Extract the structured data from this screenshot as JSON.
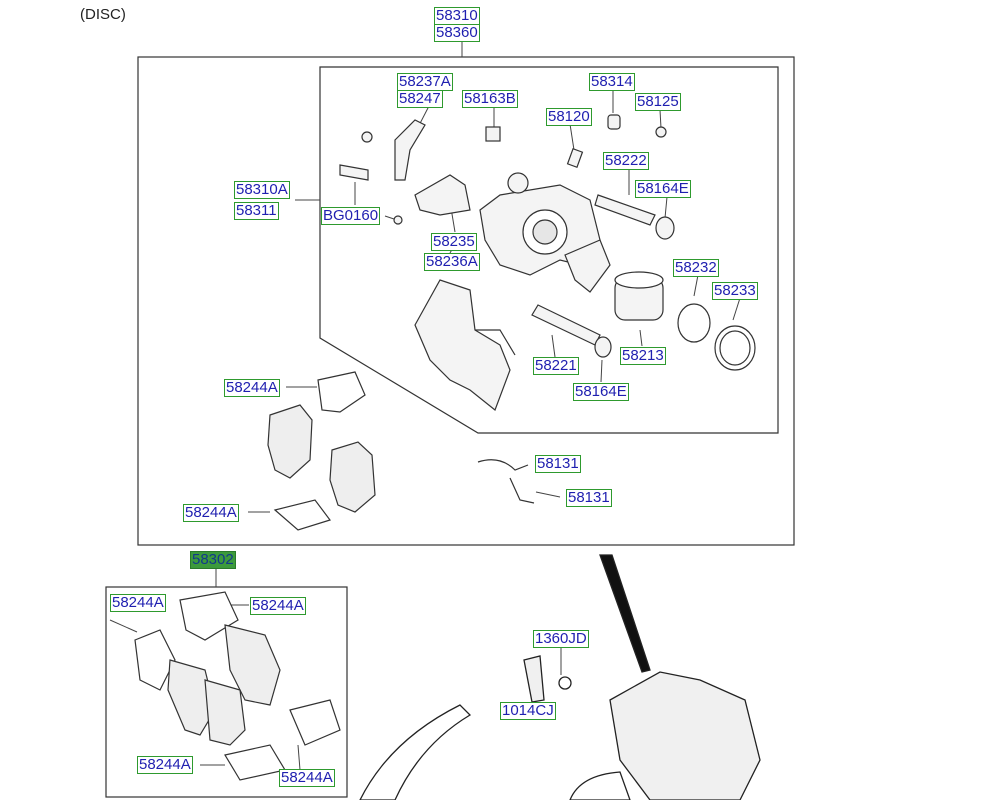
{
  "caption": "(DISC)",
  "colors": {
    "label_border": "#2e9a2e",
    "label_text": "#1f1fb0",
    "selected_fill": "#3c9a3c",
    "line": "#333333"
  },
  "labels": {
    "p58310": "58310",
    "p58360": "58360",
    "p58237a": "58237A",
    "p58247": "58247",
    "p58163b": "58163B",
    "p58120": "58120",
    "p58314": "58314",
    "p58125": "58125",
    "p58222": "58222",
    "p58164e_top": "58164E",
    "p58310a": "58310A",
    "p58311": "58311",
    "bg0160": "BG0160",
    "p58235": "58235",
    "p58236a": "58236A",
    "p58232": "58232",
    "p58233": "58233",
    "p58221": "58221",
    "p58213": "58213",
    "p58164e_bot": "58164E",
    "p58244a_1": "58244A",
    "p58131_a": "58131",
    "p58131_b": "58131",
    "p58244a_2": "58244A",
    "p58302": "58302",
    "p58244a_3": "58244A",
    "p58244a_4": "58244A",
    "p58244a_5": "58244A",
    "p58244a_6": "58244A",
    "p1360jd": "1360JD",
    "p1014cj": "1014CJ"
  }
}
